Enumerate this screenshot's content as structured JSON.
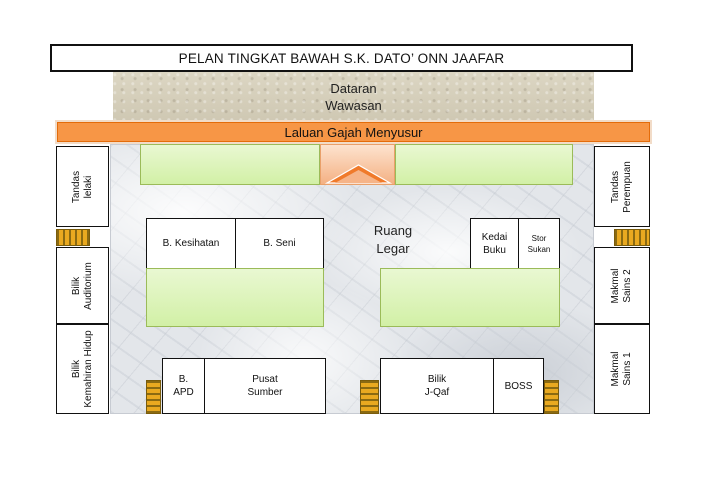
{
  "title": "PELAN TINGKAT BAWAH S.K. DATO’ ONN JAAFAR",
  "plaza": {
    "line1": "Dataran",
    "line2": "Wawasan"
  },
  "corridor": "Laluan Gajah Menyusur",
  "center": {
    "line1": "Ruang",
    "line2": "Legar"
  },
  "rooms": {
    "kesihatan": "B. Kesihatan",
    "seni": "B. Seni",
    "kedai": {
      "line1": "Kedai",
      "line2": "Buku"
    },
    "stor": {
      "line1": "Stor",
      "line2": "Sukan"
    },
    "apd": {
      "line1": "B.",
      "line2": "APD"
    },
    "pusat": {
      "line1": "Pusat",
      "line2": "Sumber"
    },
    "jqaf": {
      "line1": "Bilik",
      "line2": "J-Qaf"
    },
    "boss": "BOSS"
  },
  "left_rooms": {
    "tandas_lelaki": {
      "line1": "Tandas",
      "line2": "lelaki"
    },
    "auditorium": {
      "line1": "Bilik",
      "line2": "Auditorium"
    },
    "kemahiran": {
      "line1": "Bilik",
      "line2": "Kemahiran Hidup"
    }
  },
  "right_rooms": {
    "tandas_perempuan": {
      "line1": "Tandas",
      "line2": "Perempuan"
    },
    "sains2": {
      "line1": "Makmal",
      "line2": "Sains 2"
    },
    "sains1": {
      "line1": "Makmal",
      "line2": "Sains 1"
    }
  },
  "colors": {
    "corridor": "#f79646",
    "green": "#d2f0a6",
    "stairs": "#e9a920"
  }
}
